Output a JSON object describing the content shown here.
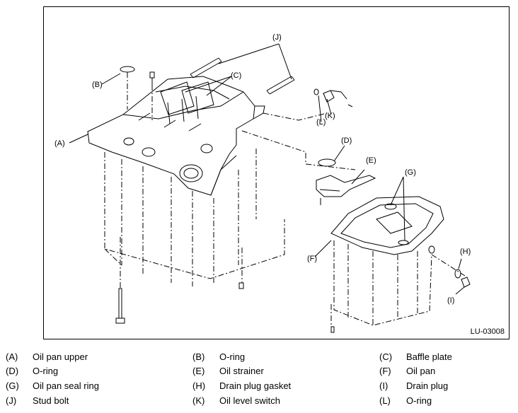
{
  "figure": {
    "code": "LU-03008",
    "callouts": {
      "A": "(A)",
      "B": "(B)",
      "C": "(C)",
      "D": "(D)",
      "E": "(E)",
      "F": "(F)",
      "G": "(G)",
      "H": "(H)",
      "I": "(I)",
      "J": "(J)",
      "K": "(K)",
      "L": "(L)"
    }
  },
  "legend": [
    {
      "tag": "(A)",
      "name": "Oil pan upper"
    },
    {
      "tag": "(B)",
      "name": "O-ring"
    },
    {
      "tag": "(C)",
      "name": "Baffle plate"
    },
    {
      "tag": "(D)",
      "name": "O-ring"
    },
    {
      "tag": "(E)",
      "name": "Oil strainer"
    },
    {
      "tag": "(F)",
      "name": "Oil pan"
    },
    {
      "tag": "(G)",
      "name": "Oil pan seal ring"
    },
    {
      "tag": "(H)",
      "name": "Drain plug gasket"
    },
    {
      "tag": "(I)",
      "name": "Drain plug"
    },
    {
      "tag": "(J)",
      "name": "Stud bolt"
    },
    {
      "tag": "(K)",
      "name": "Oil level switch"
    },
    {
      "tag": "(L)",
      "name": "O-ring"
    }
  ]
}
